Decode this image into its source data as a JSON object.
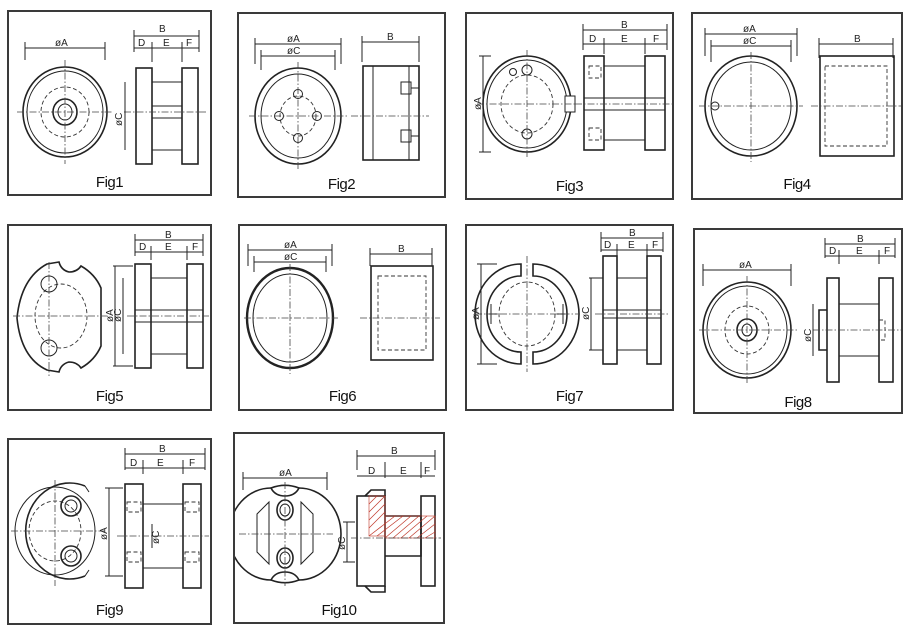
{
  "figures": [
    {
      "id": "fig1",
      "caption": "Fig1"
    },
    {
      "id": "fig2",
      "caption": "Fig2"
    },
    {
      "id": "fig3",
      "caption": "Fig3"
    },
    {
      "id": "fig4",
      "caption": "Fig4"
    },
    {
      "id": "fig5",
      "caption": "Fig5"
    },
    {
      "id": "fig6",
      "caption": "Fig6"
    },
    {
      "id": "fig7",
      "caption": "Fig7"
    },
    {
      "id": "fig8",
      "caption": "Fig8"
    },
    {
      "id": "fig9",
      "caption": "Fig9"
    },
    {
      "id": "fig10",
      "caption": "Fig10"
    }
  ],
  "labels": {
    "A": "øA",
    "B": "B",
    "C": "øC",
    "D": "D",
    "E": "E",
    "F": "F"
  }
}
